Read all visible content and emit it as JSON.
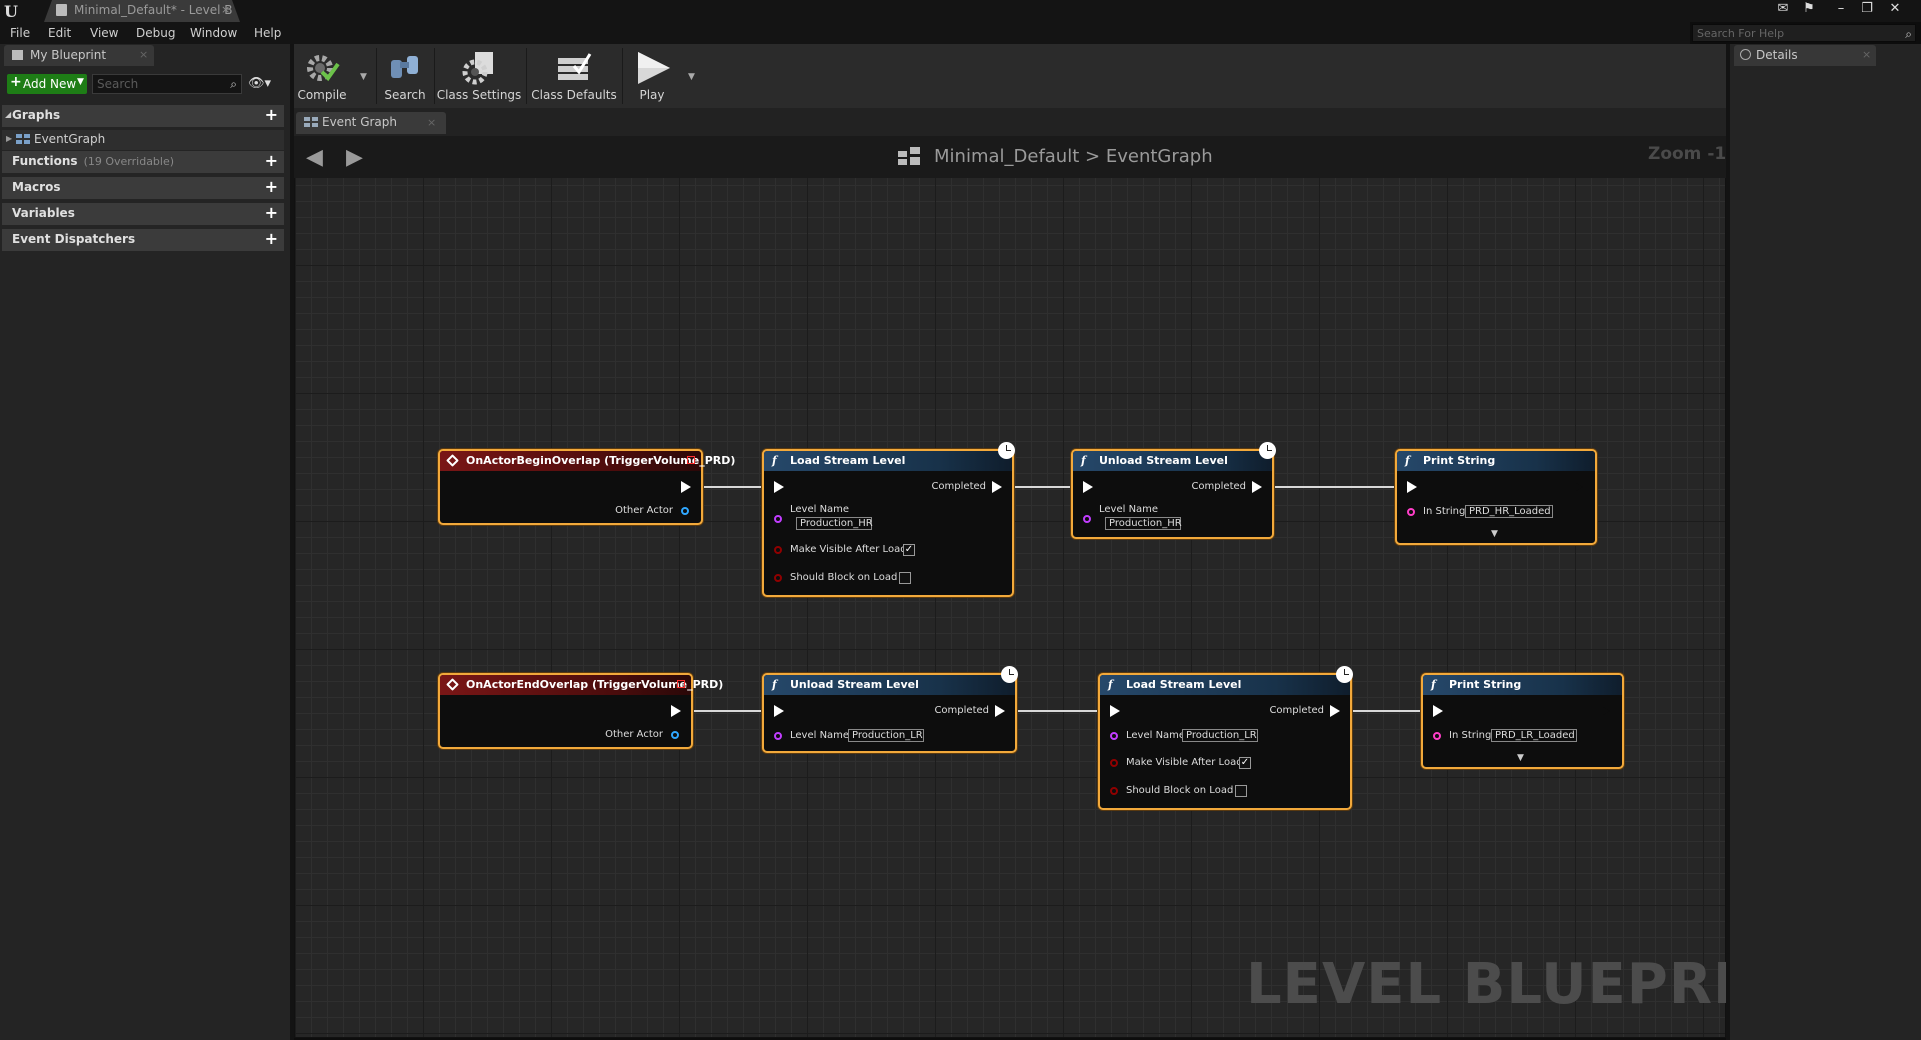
{
  "window": {
    "doc_tab": "Minimal_Default* - Level B",
    "help_search_placeholder": "Search For Help",
    "logo": "U"
  },
  "menu": [
    "File",
    "Edit",
    "View",
    "Debug",
    "Window",
    "Help"
  ],
  "left_panel": {
    "tab": "My Blueprint",
    "add_new": "Add New",
    "search_placeholder": "Search",
    "sections": {
      "graphs": "Graphs",
      "eventgraph": "EventGraph",
      "functions": "Functions",
      "functions_sub": "(19 Overridable)",
      "macros": "Macros",
      "variables": "Variables",
      "dispatchers": "Event Dispatchers"
    }
  },
  "toolbar": {
    "compile": "Compile",
    "search": "Search",
    "class_settings": "Class Settings",
    "class_defaults": "Class Defaults",
    "play": "Play"
  },
  "graph": {
    "tab": "Event Graph",
    "breadcrumb_root": "Minimal_Default",
    "breadcrumb_sep": ">",
    "breadcrumb_leaf": "EventGraph",
    "zoom": "Zoom -1",
    "watermark": "LEVEL BLUEPRINT"
  },
  "details": {
    "tab": "Details"
  },
  "nodes": {
    "r1_event": {
      "title": "OnActorBeginOverlap (TriggerVolume_PRD)",
      "pin": "Other Actor"
    },
    "r1_load": {
      "title": "Load Stream Level",
      "completed": "Completed",
      "level_label": "Level Name",
      "level_value": "Production_HR",
      "visible": "Make Visible After Load",
      "block": "Should Block on Load",
      "visible_checked": true,
      "block_checked": false
    },
    "r1_unload": {
      "title": "Unload Stream Level",
      "completed": "Completed",
      "level_label": "Level Name",
      "level_value": "Production_HR"
    },
    "r1_print": {
      "title": "Print String",
      "in_label": "In String",
      "in_value": "PRD_HR_Loaded"
    },
    "r2_event": {
      "title": "OnActorEndOverlap (TriggerVolume_PRD)",
      "pin": "Other Actor"
    },
    "r2_unload": {
      "title": "Unload Stream Level",
      "completed": "Completed",
      "level_label": "Level Name",
      "level_value": "Production_LR"
    },
    "r2_load": {
      "title": "Load Stream Level",
      "completed": "Completed",
      "level_label": "Level Name",
      "level_value": "Production_LR",
      "visible": "Make Visible After Load",
      "block": "Should Block on Load",
      "visible_checked": true,
      "block_checked": false
    },
    "r2_print": {
      "title": "Print String",
      "in_label": "In String",
      "in_value": "PRD_LR_Loaded"
    }
  },
  "colors": {
    "node_border": "#f2a93b",
    "event_header": "#7a1616",
    "func_header": "#26486a",
    "add_new": "#1e7d16"
  }
}
